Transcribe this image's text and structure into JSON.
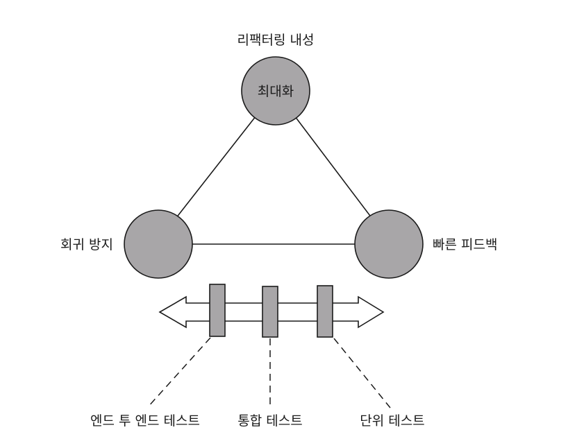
{
  "diagram": {
    "nodes": {
      "top": {
        "outer_label": "리팩터링 내성",
        "inner_label": "최대화"
      },
      "left": {
        "label": "회귀 방지"
      },
      "right": {
        "label": "빠른 피드백"
      }
    },
    "spectrum": {
      "markers": [
        {
          "label": "엔드 투 엔드 테스트"
        },
        {
          "label": "통합 테스트"
        },
        {
          "label": "단위 테스트"
        }
      ]
    },
    "colors": {
      "node_fill": "#a8a6a8",
      "marker_fill": "#a8a6a8",
      "stroke": "#1a1a1a",
      "arrow_fill": "#ffffff",
      "background": "#ffffff"
    }
  }
}
